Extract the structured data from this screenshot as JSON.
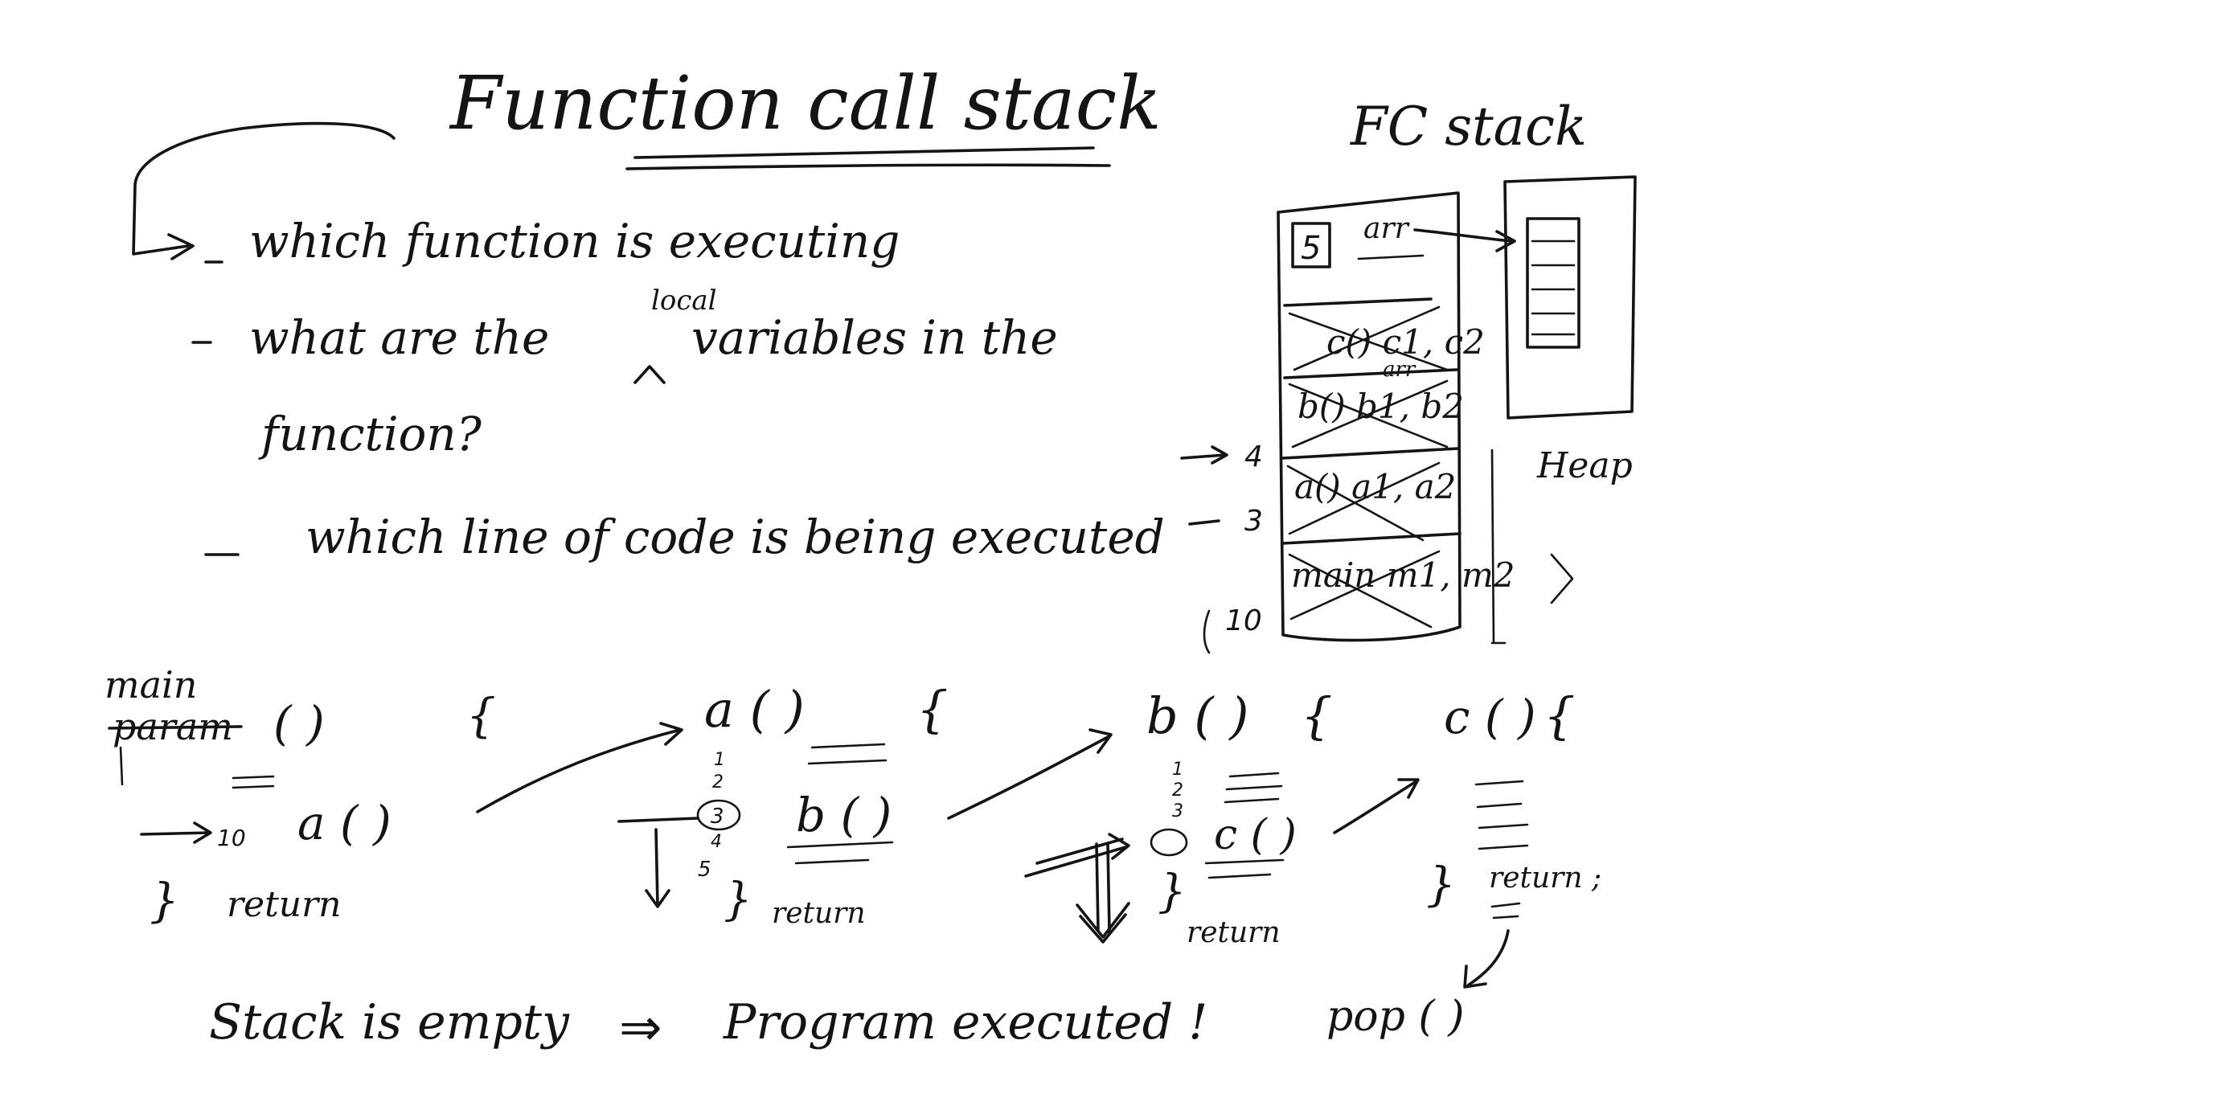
{
  "title": "Function call stack",
  "bullets": {
    "first": "which function is executing",
    "second_a": "what are the",
    "second_b": "variables in the",
    "second_insert": "local",
    "second_cont": "function?",
    "third": "which line of code is being executed"
  },
  "stack": {
    "label": "FC stack",
    "heap_label": "Heap",
    "frame_c": "c() c1, c2",
    "frame_b": "b() b1, b2",
    "frame_a": "a() a1, a2",
    "frame_main": "main m1, m2",
    "top_value": "5",
    "top_name": "arr",
    "arr_label": "arr",
    "side_4": "4",
    "side_3": "3",
    "side_10": "10"
  },
  "code": {
    "main_label": "main",
    "main_struck": "param",
    "main_parens": "( )",
    "main_brace": "{",
    "main_line_no": "10",
    "main_call": "a ( )",
    "main_close": "}",
    "main_return": "return",
    "a_sig": "a ( )",
    "a_brace": "{",
    "a_nums": [
      "1",
      "2",
      "3",
      "4",
      "5"
    ],
    "a_call": "b ( )",
    "a_close": "}",
    "a_return": "return",
    "b_sig": "b ( )",
    "b_brace": "{",
    "b_nums": [
      "1",
      "2",
      "3"
    ],
    "b_call": "c ( )",
    "b_close": "}",
    "b_return": "return",
    "c_sig": "c ( )",
    "c_brace": "{",
    "c_close": "}",
    "c_return": "return ;",
    "pop": "pop ( )"
  },
  "bottom": {
    "left": "Stack is empty",
    "arrow": "⇒",
    "right": "Program executed !"
  }
}
